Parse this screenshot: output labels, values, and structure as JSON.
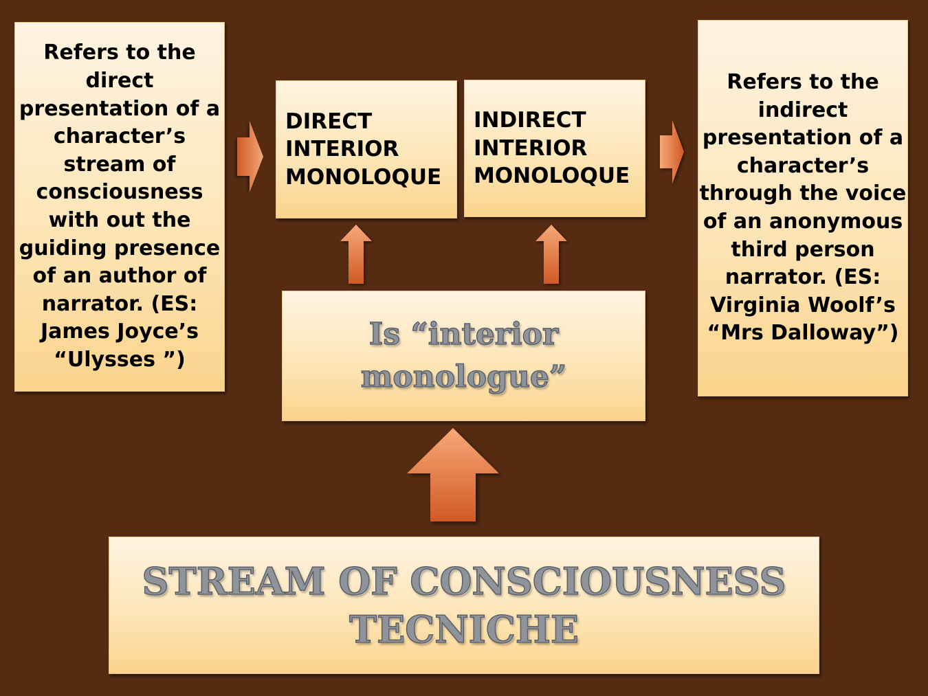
{
  "left_note": {
    "text": "Refers to the direct presentation of a character’s stream of consciousness with out the guiding presence of an author of narrator. (ES: James Joyce’s “Ulysses ”)"
  },
  "right_note": {
    "text": "Refers to the indirect presentation of a character’s through the voice of an anonymous third person narrator. (ES: Virginia Woolf’s “Mrs Dalloway”)"
  },
  "direct_box": {
    "text": "DIRECT\nINTERIOR\nMONOLOQUE"
  },
  "indirect_box": {
    "text": "INDIRECT\nINTERIOR\nMONOLOQUE"
  },
  "middle_box": {
    "text": "Is “interior monologue”"
  },
  "bottom_box": {
    "text": "STREAM OF CONSCIOUSNESS TECNICHE"
  },
  "colors": {
    "background": "#552b12",
    "arrow_light": "#f7a877",
    "arrow_dark": "#d05a25"
  }
}
